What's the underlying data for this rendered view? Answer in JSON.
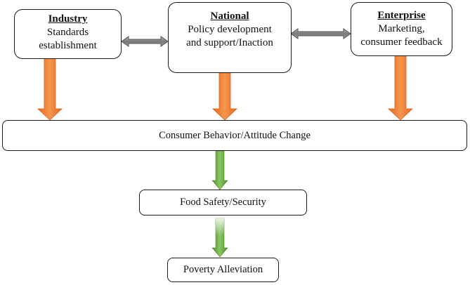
{
  "industry": {
    "title": "Industry",
    "lines": [
      "Standards",
      "establishment"
    ]
  },
  "national": {
    "title": "National",
    "lines": [
      "Policy development",
      "and support/Inaction"
    ]
  },
  "enterprise": {
    "title": "Enterprise",
    "lines": [
      "Marketing,",
      "consumer feedback"
    ]
  },
  "consumer_behavior": "Consumer Behavior/Attitude Change",
  "food_safety": "Food Safety/Security",
  "poverty": "Poverty Alleviation",
  "colors": {
    "orange_arrow": "#ee7a2c",
    "green_arrow": "#6aa541",
    "gray_arrow": "#8a8a8a"
  }
}
